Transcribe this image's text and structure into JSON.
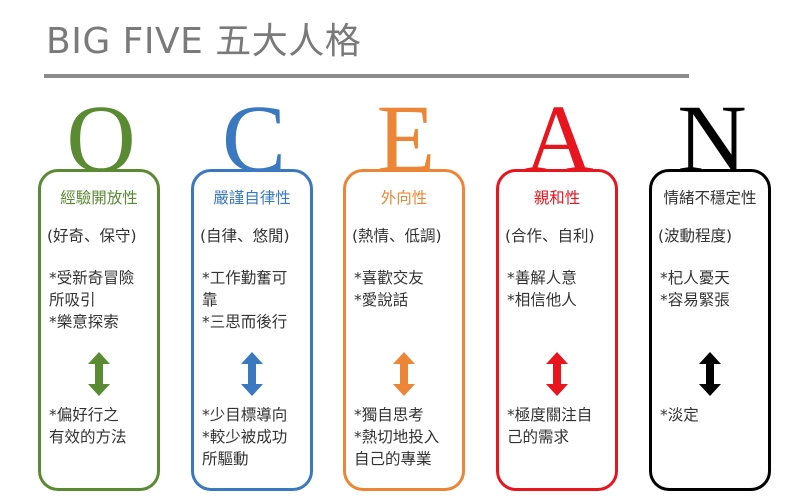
{
  "header": {
    "title": "BIG FIVE 五大人格"
  },
  "colors": {
    "O": "#5a8a32",
    "C": "#3a78c0",
    "E": "#ec8636",
    "A": "#e8141e",
    "N": "#000000",
    "title": "#7a7a7a"
  },
  "factors": [
    {
      "letter": "O",
      "trait": "經驗開放性",
      "subtitle": "(好奇、保守)",
      "high": [
        "*受新奇冒險",
        "所吸引",
        "*樂意探索"
      ],
      "arrow_icon": "double-vertical-arrow",
      "low": [
        "*偏好行之",
        "有效的方法"
      ]
    },
    {
      "letter": "C",
      "trait": "嚴謹自律性",
      "subtitle": "(自律、悠閒)",
      "high": [
        "*工作勤奮可",
        "靠",
        "*三思而後行"
      ],
      "arrow_icon": "double-vertical-arrow",
      "low": [
        "*少目標導向",
        "*較少被成功",
        "所驅動"
      ]
    },
    {
      "letter": "E",
      "trait": "外向性",
      "subtitle": "(熱情、低調)",
      "high": [
        "*喜歡交友",
        "*愛說話"
      ],
      "arrow_icon": "double-vertical-arrow",
      "low": [
        "*獨自思考",
        "*熱切地投入",
        "自己的專業"
      ]
    },
    {
      "letter": "A",
      "trait": "親和性",
      "subtitle": "(合作、自利)",
      "high": [
        "*善解人意",
        "*相信他人"
      ],
      "arrow_icon": "double-vertical-arrow",
      "low": [
        "*極度關注自",
        "己的需求"
      ]
    },
    {
      "letter": "N",
      "trait": "情緒不穩定性",
      "subtitle": "(波動程度)",
      "high": [
        "*杞人憂天",
        "*容易緊張"
      ],
      "arrow_icon": "double-vertical-arrow",
      "low": [
        "*淡定"
      ]
    }
  ]
}
